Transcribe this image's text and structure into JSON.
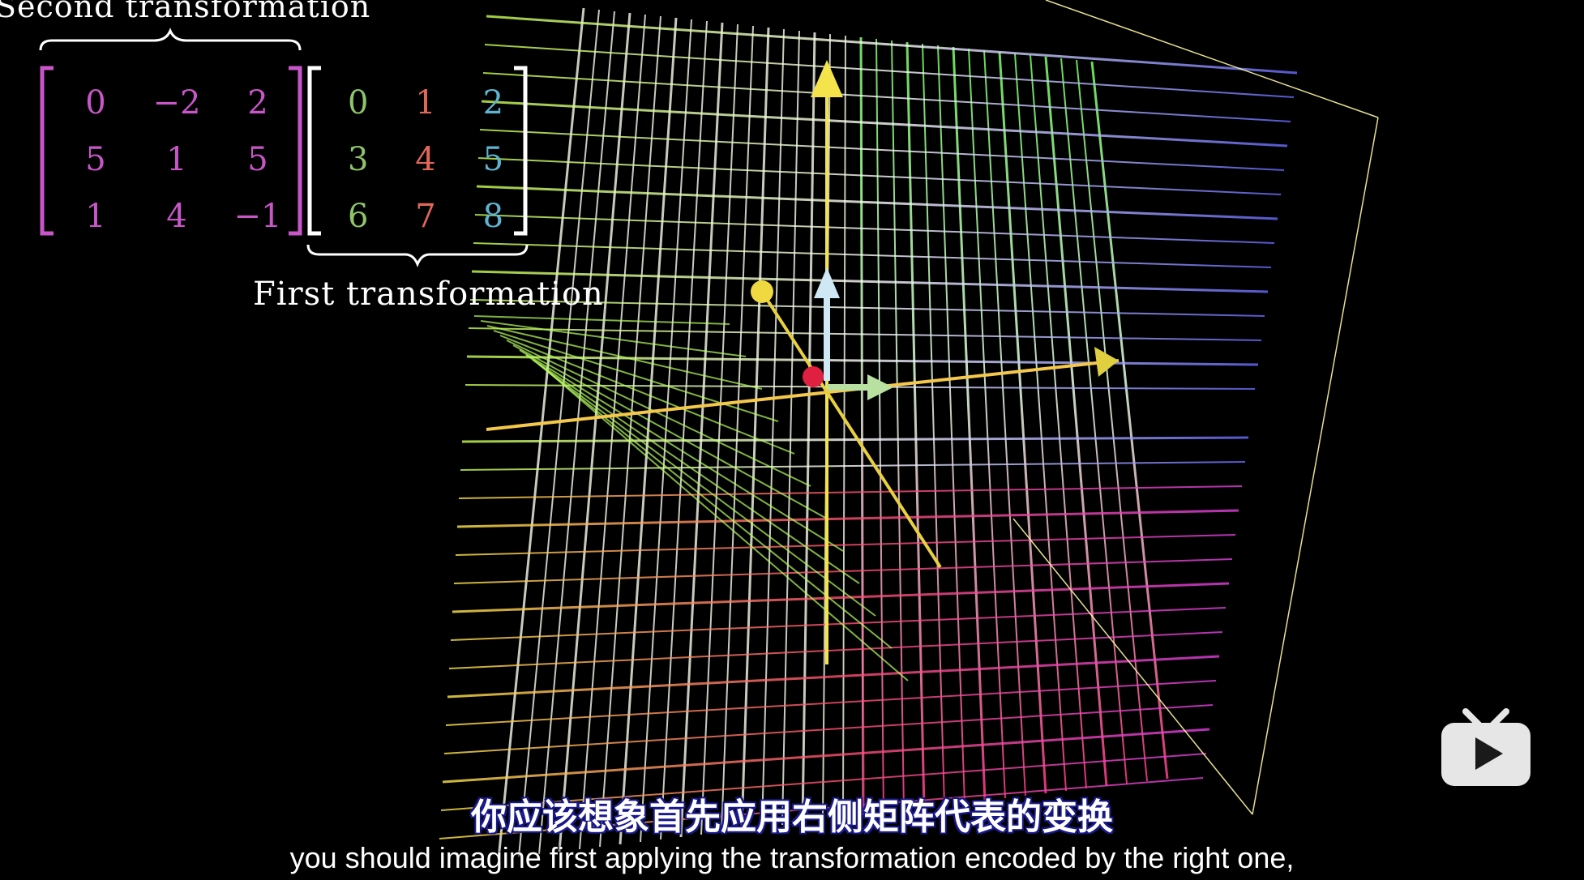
{
  "second_transformation_label": "Second transformation",
  "first_transformation_label": "First transformation",
  "second_matrix": {
    "color": "#c956c9",
    "rows": [
      [
        "0",
        "−2",
        "2"
      ],
      [
        "5",
        "1",
        "5"
      ],
      [
        "1",
        "4",
        "−1"
      ]
    ]
  },
  "first_matrix": {
    "column_colors": [
      "#8fc46a",
      "#e0685a",
      "#5db4d0"
    ],
    "rows": [
      [
        "0",
        "1",
        "2"
      ],
      [
        "3",
        "4",
        "5"
      ],
      [
        "6",
        "7",
        "8"
      ]
    ]
  },
  "subtitle_zh": "你应该想象首先应用右侧矩阵代表的变换",
  "subtitle_en": "you should imagine first applying the transformation encoded by the right one,",
  "logo_icon": "bilibili-tv-icon"
}
